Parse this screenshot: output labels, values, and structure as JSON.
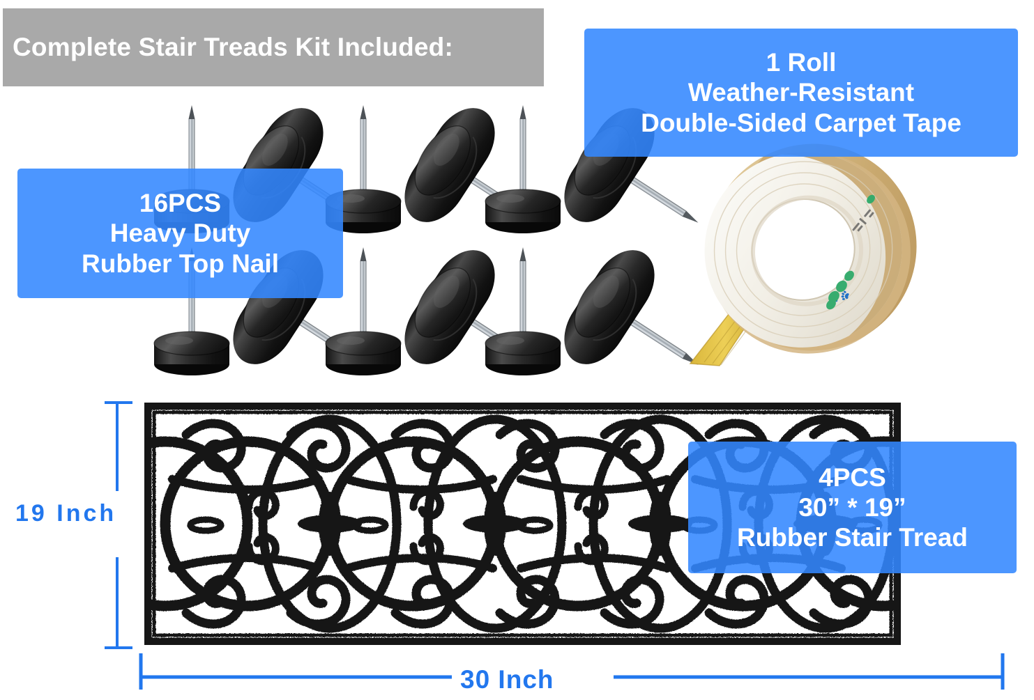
{
  "header": {
    "title": "Complete Stair Treads Kit Included:",
    "background_color": "#a9a9a9",
    "text_color": "#ffffff"
  },
  "theme": {
    "accent_blue": "#3388ff",
    "dimension_blue": "#2277ee",
    "background": "#ffffff",
    "product_black": "#1a1a1a",
    "tape_tan": "#d8b878",
    "tape_yellow": "#e8c84a",
    "tape_green_print": "#2faa6a"
  },
  "callouts": [
    {
      "id": "tape",
      "lines": [
        "1 Roll",
        "Weather-Resistant",
        "Double-Sided Carpet Tape"
      ]
    },
    {
      "id": "nails",
      "lines": [
        "16PCS",
        "Heavy Duty",
        "Rubber Top Nail"
      ]
    },
    {
      "id": "tread",
      "lines": [
        "4PCS",
        "30” * 19”",
        "Rubber Stair Tread"
      ]
    }
  ],
  "dimensions": {
    "vertical_label": "19 Inch",
    "horizontal_label": "30 Inch"
  },
  "products": {
    "nail": {
      "name": "rubber-top-nail",
      "count": 12
    },
    "tape_roll": {
      "name": "double-sided-carpet-tape-roll"
    },
    "stair_tread": {
      "name": "rubber-stair-tread-mat"
    }
  }
}
